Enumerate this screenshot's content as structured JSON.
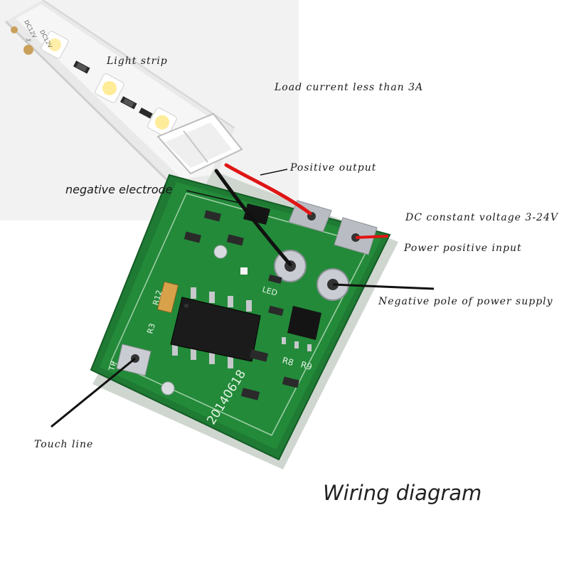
{
  "labels": {
    "light_strip": "Light strip",
    "load_current": "Load current less than 3A",
    "positive_output": "Positive output",
    "negative_electrode": "negative electrode",
    "dc_constant_voltage": "DC constant voltage 3-24V",
    "power_positive_input": "Power positive input",
    "negative_pole": "Negative pole of power supply",
    "touch_line": "Touch line",
    "wiring_diagram": "Wiring diagram"
  },
  "board": {
    "date_code": "20140618",
    "silk_r8": "R8",
    "silk_r9": "R9",
    "silk_led": "LED",
    "silk_r12": "R12",
    "silk_tp": "TP",
    "silk_r3": "R3"
  },
  "strip": {
    "marking_1": "DC12V",
    "marking_2": "DC12V",
    "cut_mark": "✂"
  },
  "colors": {
    "pcb": "#1f7a33",
    "wire_red": "#e01515",
    "wire_black": "#111111",
    "pad_silver": "#b9bcc2"
  }
}
